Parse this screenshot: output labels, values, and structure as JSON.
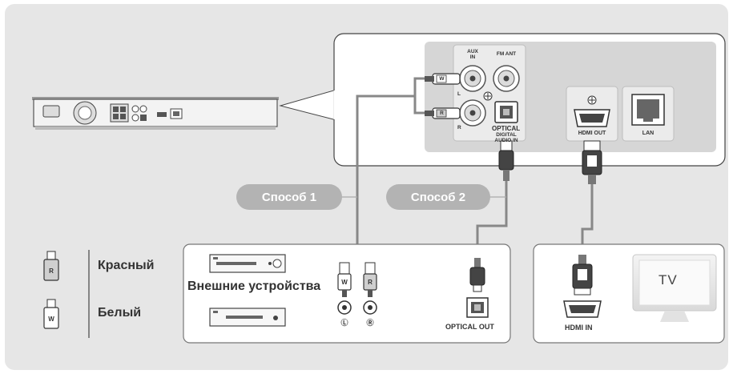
{
  "diagram": {
    "methods": [
      "Способ 1",
      "Способ 2"
    ],
    "panel_labels": {
      "aux_in": "AUX IN",
      "fm_ant": "FM ANT",
      "aux_left": "L",
      "aux_right": "R",
      "optical": "OPTICAL",
      "digital_audio_in": "DIGITAL AUDIO IN",
      "hdmi_out": "HDMI OUT",
      "lan": "LAN"
    },
    "external_devices": "Внешние устройства",
    "optical_out": "OPTICAL OUT",
    "hdmi_in": "HDMI IN",
    "tv": "TV",
    "legend": [
      {
        "letter": "R",
        "label": "Красный"
      },
      {
        "letter": "W",
        "label": "Белый"
      }
    ],
    "plug_letters": {
      "white": "W",
      "red": "R"
    },
    "rca_marks": {
      "left": "Ⓛ",
      "right": "Ⓡ"
    }
  }
}
